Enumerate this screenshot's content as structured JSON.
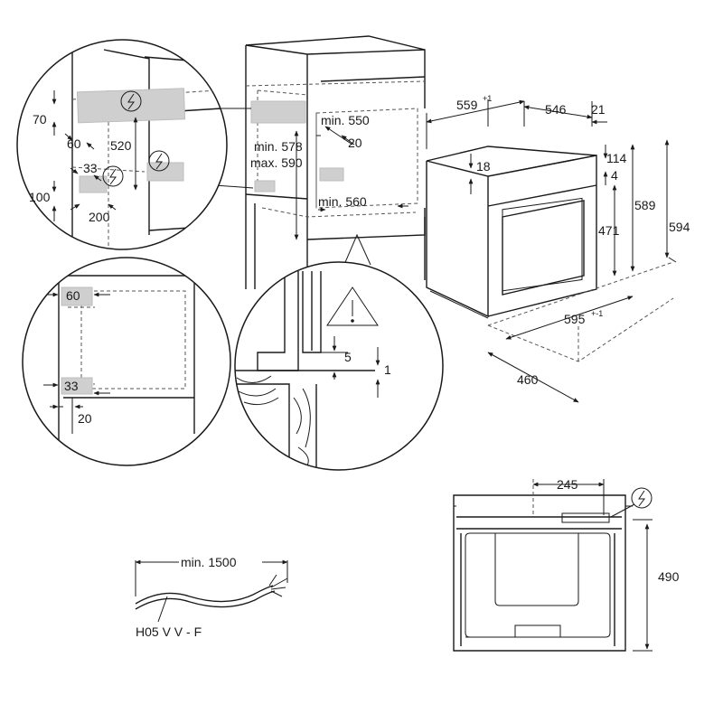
{
  "figure": {
    "colors": {
      "ink": "#1a1a1a",
      "cutout": "#cfcfcf",
      "dashed": "#555555"
    },
    "detail_top_left": {
      "labels": [
        "70",
        "60",
        "520",
        "33",
        "100",
        "200"
      ]
    },
    "cabinet": {
      "labels": [
        "min. 550",
        "min. 578",
        "max. 590",
        "20",
        "min. 560"
      ]
    },
    "detail_bottom_left": {
      "labels": [
        "60",
        "33",
        "20"
      ]
    },
    "detail_bottom_center": {
      "labels": [
        "5",
        "1"
      ]
    },
    "oven_3d": {
      "depth_label": "559",
      "depth_tol": "+1",
      "body_depth_label": "546",
      "front_label": "21",
      "top_labels": [
        "18",
        "114",
        "4"
      ],
      "height_labels": [
        "589",
        "594",
        "471"
      ],
      "width_label": "595",
      "width_tol": "+-1",
      "base_depth_label": "460"
    },
    "oven_back": {
      "labels": [
        "245",
        "490"
      ]
    },
    "cable": {
      "length_label": "min. 1500",
      "type_label": "H05 V V - F"
    },
    "icons": [
      "power-icon",
      "warning-icon"
    ]
  }
}
